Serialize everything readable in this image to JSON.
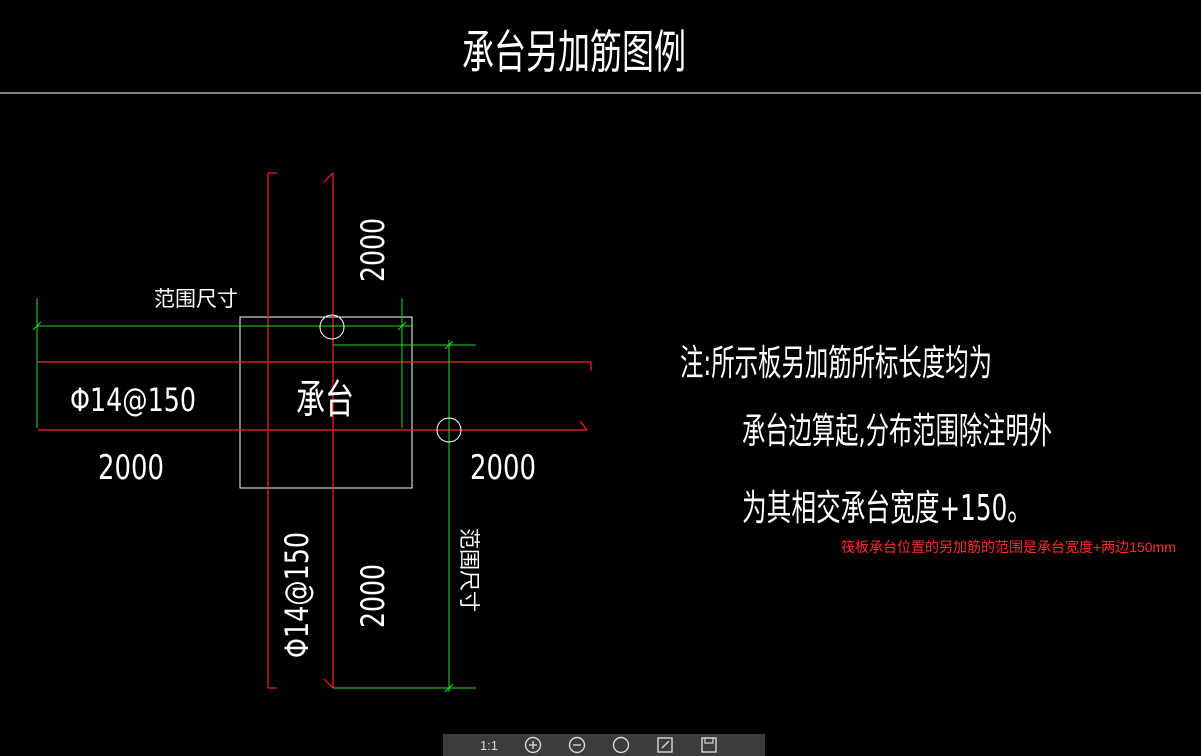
{
  "drawing": {
    "title": "承台另加筋图例",
    "range_label_top": "范围尺寸",
    "range_label_right": "范围尺寸",
    "rebar_horizontal": "Φ14@150",
    "rebar_vertical": "Φ14@150",
    "cap_label": "承台",
    "dim_left": "2000",
    "dim_right": "2000",
    "dim_top": "2000",
    "dim_bottom": "2000",
    "note_line1": "注:所示板另加筋所标长度均为",
    "note_line2": "承台边算起,分布范围除注明外",
    "note_line3": "为其相交承台宽度+150。"
  },
  "annotation": {
    "text": "筏板承台位置的另加筋的范围是承台宽度+两边150mm"
  },
  "toolbar": {
    "zoom_label": "1:1",
    "items": [
      "zoom-in-icon",
      "zoom-out-icon",
      "zoom-fit-icon",
      "export-icon",
      "save-icon"
    ]
  },
  "colors": {
    "background": "#000000",
    "text": "#ffffff",
    "rebar_line": "#ff2020",
    "dimension_line": "#22dd22",
    "annotation": "#ff2a2a"
  }
}
